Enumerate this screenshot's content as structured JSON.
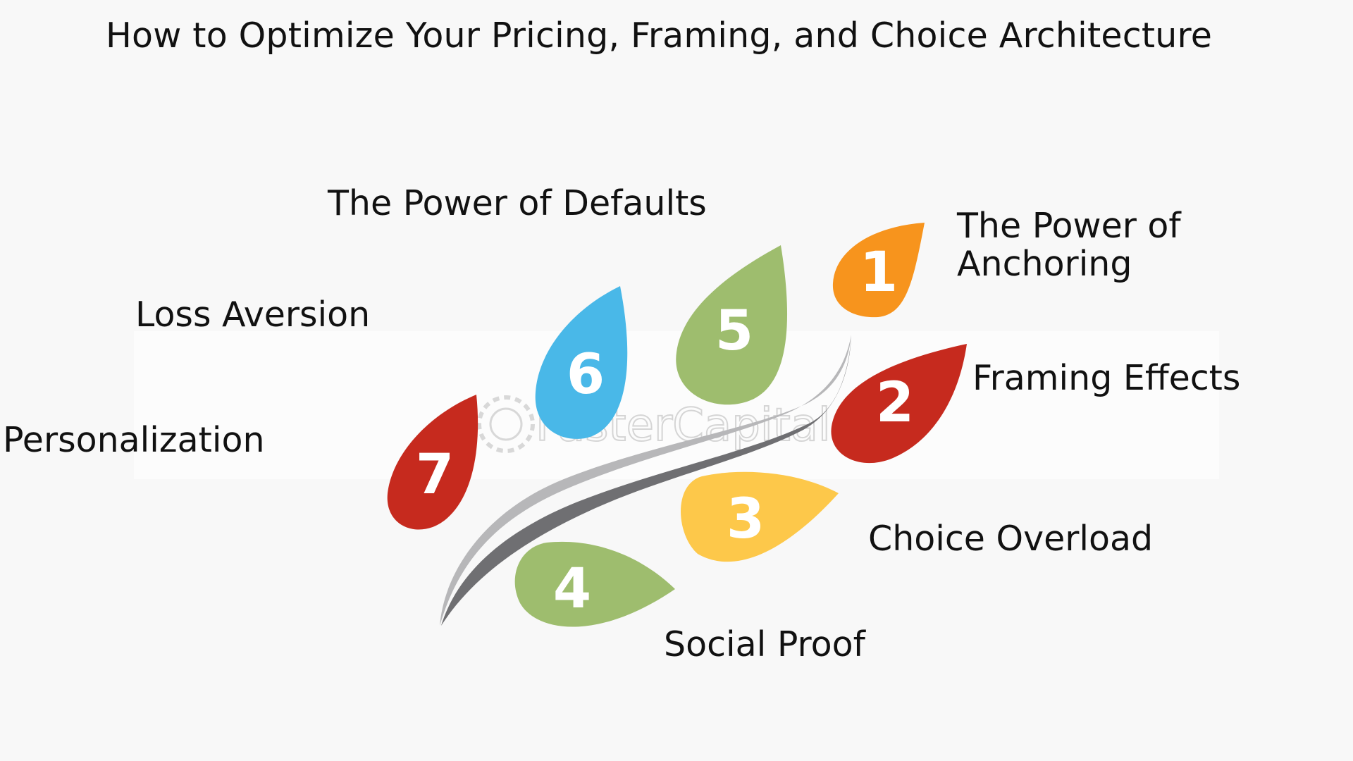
{
  "title": "How to Optimize Your Pricing, Framing, and Choice Architecture",
  "watermark": "FasterCapital",
  "petals": [
    {
      "number": "1",
      "label": "The Power of\nAnchoring",
      "color": "#f7941d"
    },
    {
      "number": "2",
      "label": "Framing Effects",
      "color": "#c62a1e"
    },
    {
      "number": "3",
      "label": "Choice Overload",
      "color": "#fdc84a"
    },
    {
      "number": "4",
      "label": "Social Proof",
      "color": "#9ebd6e"
    },
    {
      "number": "5",
      "label": "The Power of Defaults",
      "color": "#9ebd6e"
    },
    {
      "number": "6",
      "label": "Loss Aversion",
      "color": "#49b8e8"
    },
    {
      "number": "7",
      "label": "Personalization",
      "color": "#c62a1e"
    }
  ],
  "swoosh_colors": {
    "light": "#b7b7b9",
    "dark": "#6f6f72"
  }
}
